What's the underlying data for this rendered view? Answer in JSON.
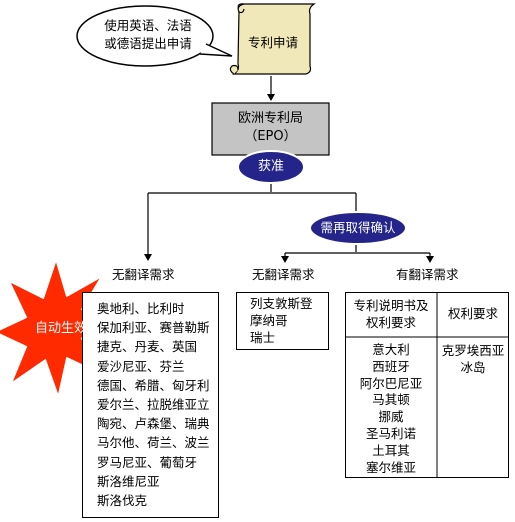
{
  "speech_bubble": {
    "lines": [
      "使用英语、法语",
      "或德语提出申请"
    ]
  },
  "scroll": {
    "label": "专利申请"
  },
  "epo": {
    "line1": "欧洲专利局",
    "line2": "（EPO）"
  },
  "approved": {
    "label": "获准"
  },
  "confirm": {
    "label": "需再取得确认"
  },
  "auto": {
    "label": "自动生效"
  },
  "branch_left": {
    "header": "无翻译需求",
    "countries": [
      "奥地利、比利时",
      "保加利亚、赛普勒斯",
      "捷克、丹麦、英国",
      "爱沙尼亚、芬兰",
      "德国、希腊、匈牙利",
      "爱尔兰、拉脱维亚立",
      "陶宛、卢森堡、瑞典",
      "马尔他、荷兰、波兰",
      "罗马尼亚、葡萄牙",
      "斯洛维尼亚",
      "斯洛伐克"
    ]
  },
  "branch_mid": {
    "header": "无翻译需求",
    "countries": [
      "列支敦斯登",
      "摩纳哥",
      "瑞士"
    ]
  },
  "branch_right": {
    "header": "有翻译需求",
    "col1_header": [
      "专利说明书及",
      "权利要求"
    ],
    "col2_header": "权利要求",
    "col1_countries": [
      "意大利",
      "西班牙",
      "阿尔巴尼亚",
      "马其顿",
      "挪威",
      "圣马利诺",
      "土耳其",
      "塞尔维亚"
    ],
    "col2_countries": [
      "克罗埃西亚",
      "冰岛"
    ]
  },
  "colors": {
    "scroll_fill": "#f0e8b8",
    "epo_fill": "#c4c4c4",
    "ellipse_fill": "#24248a",
    "burst_fill": "#ff2a00",
    "burst_text": "#ffffff"
  }
}
